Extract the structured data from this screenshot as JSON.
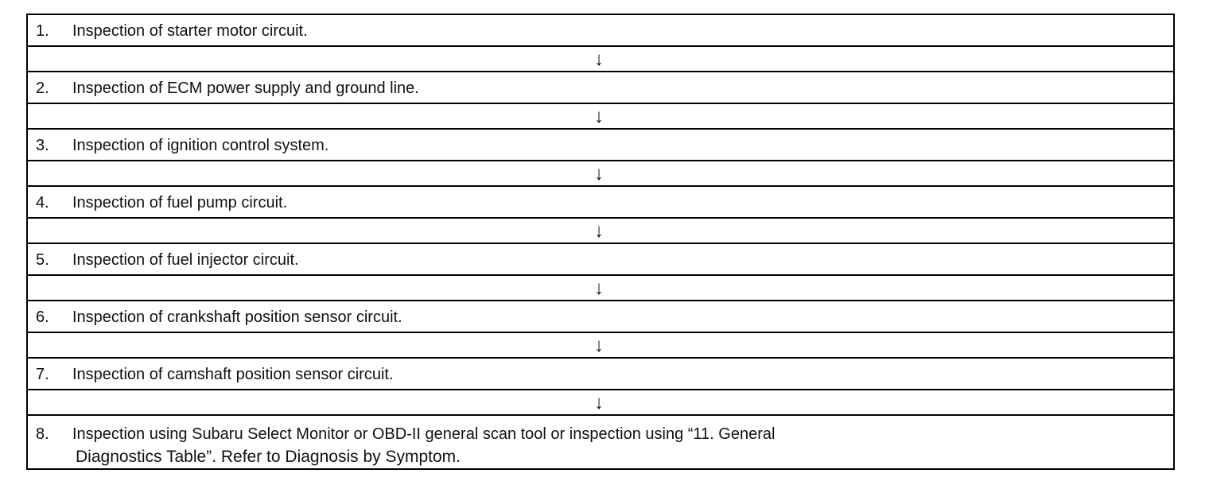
{
  "arrow_glyph": "↓",
  "steps": [
    {
      "num": "1.",
      "text": "Inspection of starter motor circuit."
    },
    {
      "num": "2.",
      "text": "Inspection of ECM power supply and ground line."
    },
    {
      "num": "3.",
      "text": "Inspection of ignition control system."
    },
    {
      "num": "4.",
      "text": "Inspection of fuel pump circuit."
    },
    {
      "num": "5.",
      "text": "Inspection of fuel injector circuit."
    },
    {
      "num": "6.",
      "text": "Inspection of crankshaft position sensor circuit."
    },
    {
      "num": "7.",
      "text": "Inspection of camshaft position sensor circuit."
    },
    {
      "num": "8.",
      "text": "Inspection using Subaru Select Monitor or OBD-II general scan tool or inspection using “11. General",
      "text2": "Diagnostics Table”. Refer to Diagnosis by Symptom."
    }
  ]
}
